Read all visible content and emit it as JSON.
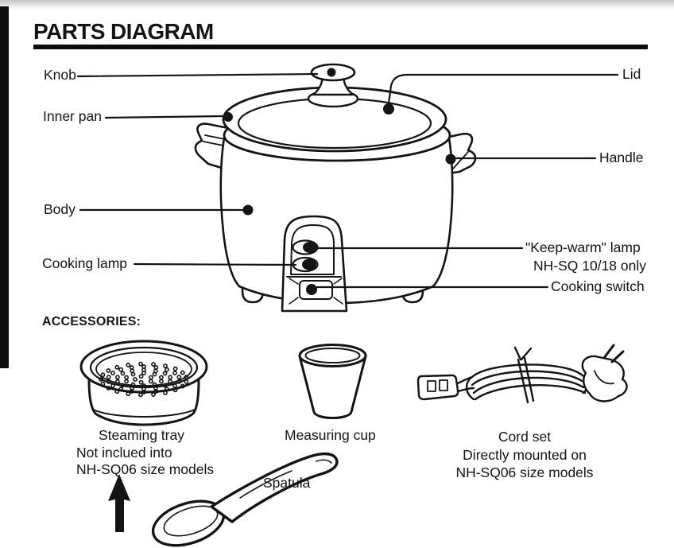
{
  "page": {
    "title": "PARTS DIAGRAM",
    "accessories_heading": "ACCESSORIES:"
  },
  "labels": {
    "knob": "Knob",
    "inner_pan": "Inner pan",
    "body": "Body",
    "cooking_lamp": "Cooking lamp",
    "lid": "Lid",
    "handle": "Handle",
    "keep_warm_lamp": "\"Keep-warm\" lamp",
    "keep_warm_note": "NH-SQ 10/18 only",
    "cooking_switch": "Cooking switch"
  },
  "accessories": {
    "steaming_tray": {
      "name": "Steaming tray",
      "note1": "Not inclued into",
      "note2": "NH-SQ06 size models"
    },
    "measuring_cup": {
      "name": "Measuring cup"
    },
    "spatula": {
      "name": "Spatula"
    },
    "cord_set": {
      "name": "Cord set",
      "note1": "Directly mounted on",
      "note2": "NH-SQ06 size models"
    }
  },
  "colors": {
    "ink": "#141414",
    "paper": "#ffffff"
  }
}
